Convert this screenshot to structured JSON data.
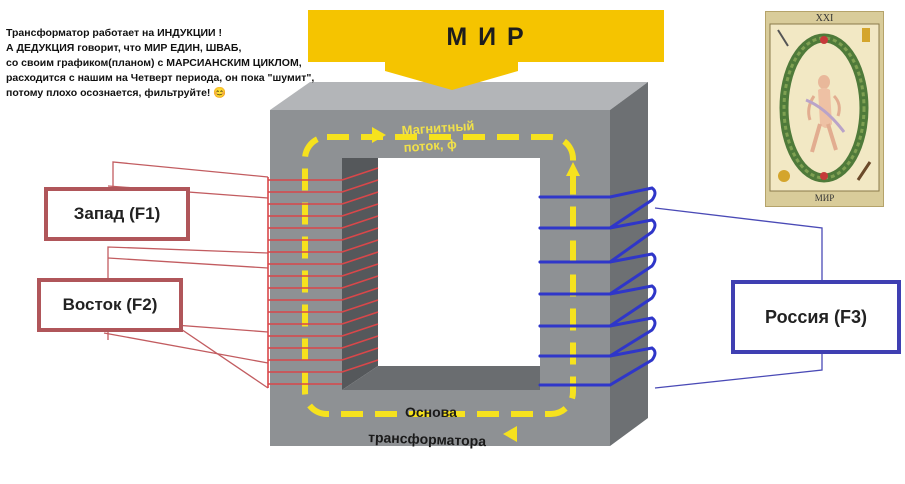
{
  "note": {
    "lines": [
      "Трансформатор работает на ИНДУКЦИИ !",
      "А ДЕДУКЦИЯ говорит, что МИР ЕДИН, ШВАБ,",
      "со своим графиком(планом) с МАРСИАНСКИМ ЦИКЛОМ,",
      "расходится с нашим на Четверт периода, он пока \"шумит\",",
      "потому плохо осознается, фильтруйте!"
    ],
    "emoji": "😊"
  },
  "world_arrow": {
    "label": "М И Р",
    "color": "#f5c400"
  },
  "core": {
    "flux_label_1": "Магнитный",
    "flux_label_2": "поток, ϕ",
    "base_label_1": "Основа",
    "base_label_2": "трансформатора",
    "color": "#8e9194",
    "flux_color": "#f6e21e"
  },
  "windings": {
    "primary_color": "#d9474a",
    "secondary_color": "#2f36c9"
  },
  "boxes": {
    "west": "Запад (F1)",
    "east": "Восток (F2)",
    "russia": "Россия (F3)"
  },
  "tarot": {
    "number": "XXI",
    "title": "МИР"
  }
}
